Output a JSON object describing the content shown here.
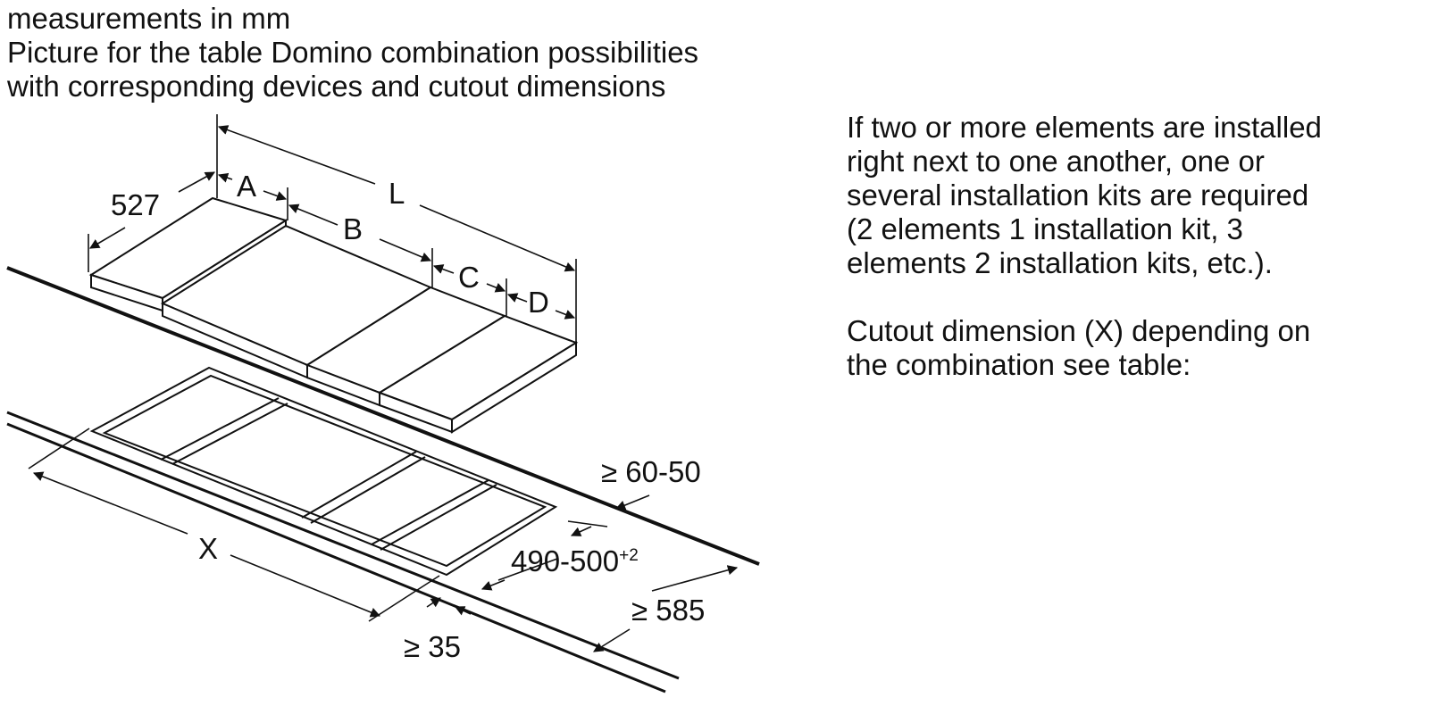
{
  "header": {
    "line1": "measurements in mm",
    "line2": "Picture for the table Domino combination possibilities",
    "line3": "with corresponding devices and cutout dimensions"
  },
  "notes": {
    "para1": [
      "If two or more elements are installed",
      "right next to one another, one or",
      "several installation kits are required",
      "(2 elements 1 installation kit, 3",
      "elements 2 installation kits, etc.)."
    ],
    "para2": [
      "Cutout dimension (X) depending on",
      "the combination see table:"
    ]
  },
  "diagram": {
    "labels": {
      "depth": "527",
      "a": "A",
      "b": "B",
      "c": "C",
      "d": "D",
      "l": "L",
      "x": "X",
      "edge_distance": "≥ 60-50",
      "cutout_depth": "490-500",
      "cutout_depth_tolerance": "+2",
      "min_gap": "≥ 35",
      "worktop_depth": "≥ 585"
    }
  }
}
